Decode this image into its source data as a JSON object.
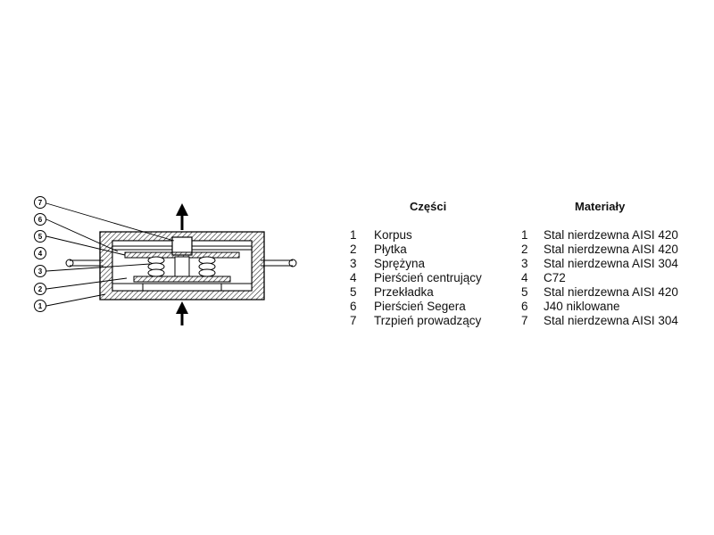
{
  "headings": {
    "parts": "Części",
    "materials": "Materiały"
  },
  "parts": [
    {
      "num": "1",
      "name": "Korpus"
    },
    {
      "num": "2",
      "name": "Płytka"
    },
    {
      "num": "3",
      "name": "Sprężyna"
    },
    {
      "num": "4",
      "name": "Pierścień centrujący"
    },
    {
      "num": "5",
      "name": "Przekładka"
    },
    {
      "num": "6",
      "name": "Pierścień Segera"
    },
    {
      "num": "7",
      "name": "Trzpień prowadzący"
    }
  ],
  "materials": [
    {
      "num": "1",
      "name": "Stal nierdzewna AISI 420"
    },
    {
      "num": "2",
      "name": "Stal nierdzewna AISI 420"
    },
    {
      "num": "3",
      "name": "Stal nierdzewna AISI 304"
    },
    {
      "num": "4",
      "name": "C72"
    },
    {
      "num": "5",
      "name": "Stal nierdzewna AISI 420"
    },
    {
      "num": "6",
      "name": "J40 niklowane"
    },
    {
      "num": "7",
      "name": "Stal nierdzewna AISI 304"
    }
  ],
  "callouts": [
    "7",
    "6",
    "5",
    "4",
    "3",
    "2",
    "1"
  ]
}
